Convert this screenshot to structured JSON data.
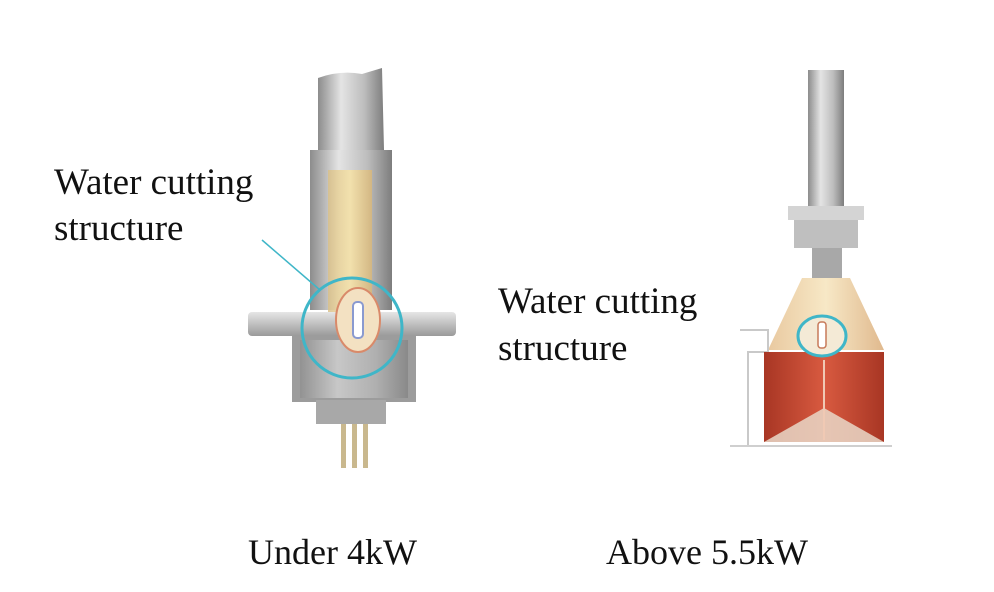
{
  "left_figure": {
    "annotation_line1": "Water cutting",
    "annotation_line2": "structure",
    "caption": "Under 4kW"
  },
  "right_figure": {
    "annotation_line1": "Water cutting",
    "annotation_line2": "structure",
    "caption": "Above 5.5kW"
  },
  "colors": {
    "highlight_circle": "#3fb6c8",
    "metal_light": "#dcdcdc",
    "metal_mid": "#b6b6b6",
    "metal_dark": "#8c8c8c",
    "inner_warm": "#f2d58a",
    "red_section": "#c8442e"
  }
}
